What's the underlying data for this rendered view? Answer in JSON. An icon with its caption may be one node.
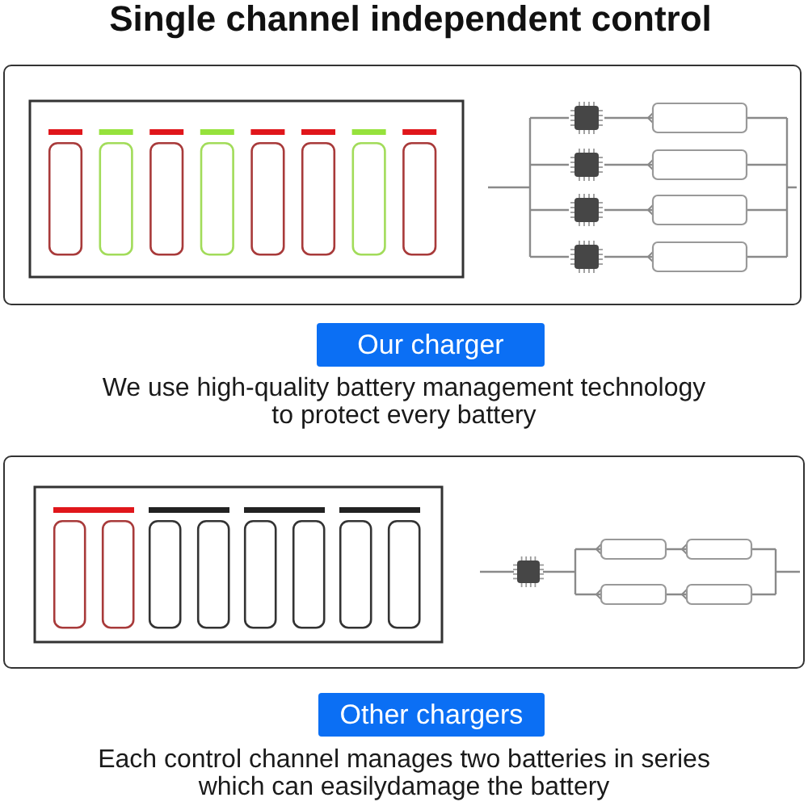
{
  "diagram": {
    "title": "Single channel independent control",
    "nodes": [
      {
        "text": [
          "Our charger"
        ]
      },
      {
        "text": [
          "Other chargers"
        ]
      }
    ],
    "labels": [
      "We use high-quality battery management technology to protect every battery",
      "Each control channel manages two batteries in series which can easilydamage the battery"
    ]
  }
}
